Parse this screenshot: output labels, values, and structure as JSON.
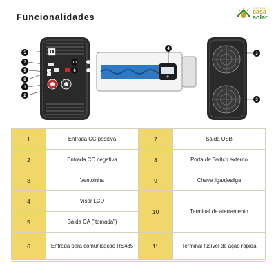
{
  "header": {
    "title": "Funcionalidades",
    "logo_small": "ENERGIA",
    "logo_line1": "casa",
    "logo_line2": "solar"
  },
  "callouts": {
    "left": [
      "5",
      "7",
      "9",
      "8",
      "1",
      "2"
    ],
    "left_side": [
      "10",
      "6"
    ],
    "middle": "4",
    "right": [
      "3",
      "3"
    ]
  },
  "rows": [
    {
      "n1": "1",
      "d1": "Entrada CC positiva",
      "n2": "7",
      "d2": "Saída USB"
    },
    {
      "n1": "2",
      "d1": "Entrada CC negativa",
      "n2": "8",
      "d2": "Porta de Switch externo"
    },
    {
      "n1": "3",
      "d1": "Ventoinha",
      "n2": "9",
      "d2": "Chave liga/desliga"
    },
    {
      "n1": "4",
      "d1": "Visor LCD",
      "n2": "10",
      "d2": "Terminal de aterramento"
    },
    {
      "n1": "5",
      "d1": "Saída CA (\"tomada\")",
      "n2": "",
      "d2": ""
    },
    {
      "n1": "6",
      "d1": "Entrada para comunicação RS485",
      "n2": "11",
      "d2": "Terminal fusível de ação rápida"
    }
  ],
  "colors": {
    "accent": "#f1d76a",
    "device_body": "#2a2a2a",
    "stripe": "#2f78c4",
    "brand_gold": "#c9a227",
    "brand_green": "#2b8a3e"
  }
}
